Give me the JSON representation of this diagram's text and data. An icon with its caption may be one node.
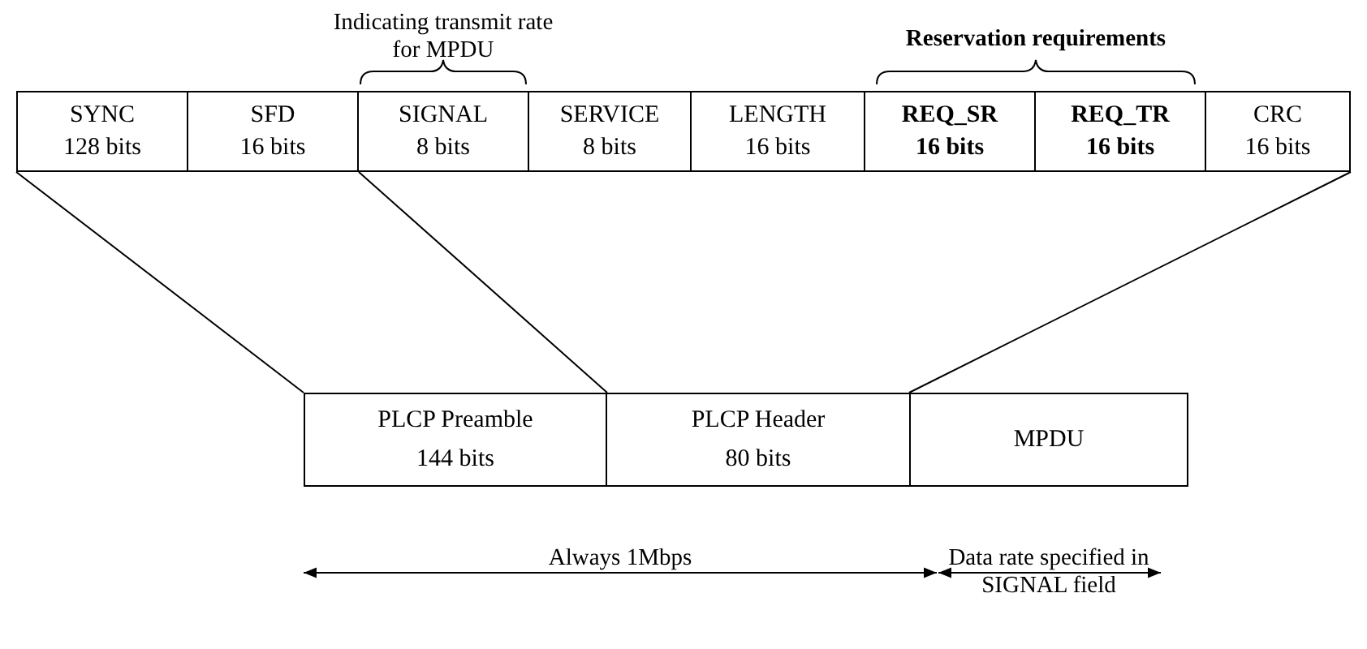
{
  "diagram": {
    "nodes": [
      {
        "text": [
          "SYNC",
          "128 bits"
        ]
      },
      {
        "text": [
          "SFD",
          "16 bits"
        ]
      },
      {
        "text": [
          "SIGNAL",
          "8 bits"
        ]
      },
      {
        "text": [
          "SERVICE",
          "8 bits"
        ]
      },
      {
        "text": [
          "LENGTH",
          "16 bits"
        ]
      },
      {
        "text": [
          "REQ_SR",
          "16 bits"
        ]
      },
      {
        "text": [
          "REQ_TR",
          "16 bits"
        ]
      },
      {
        "text": [
          "CRC",
          "16 bits"
        ]
      },
      {
        "text": [
          "PLCP Preamble",
          "144 bits"
        ]
      },
      {
        "text": [
          "PLCP Header",
          "80 bits"
        ]
      },
      {
        "text": [
          "MPDU"
        ]
      }
    ],
    "edges": [
      {
        "from": 0,
        "to": 8,
        "arrow": "none"
      },
      {
        "from": 1,
        "to": 8,
        "arrow": "none"
      },
      {
        "from": 7,
        "to": 10,
        "arrow": "none"
      }
    ],
    "labels": [
      "Indicating transmit rate for MPDU",
      "Reservation requirements",
      "Always 1Mbps",
      "Data rate specified in SIGNAL field"
    ]
  }
}
